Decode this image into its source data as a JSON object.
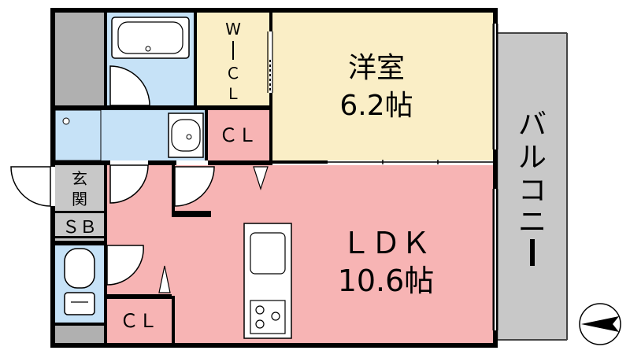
{
  "rooms": {
    "western_room": {
      "name": "洋室",
      "size": "6.2帖"
    },
    "ldk": {
      "name": "ＬＤＫ",
      "size": "10.6帖"
    },
    "wcl": {
      "name": "W\nＣ\nＬ",
      "chars": [
        "W",
        "Ｃ",
        "Ｌ"
      ]
    },
    "cl_top": {
      "name": "ＣＬ"
    },
    "cl_bottom": {
      "name": "ＣＬ"
    },
    "entrance": {
      "name": "玄関",
      "chars": [
        "玄",
        "関"
      ]
    },
    "shoe_box": {
      "name": "ＳＢ"
    },
    "balcony": {
      "name": "バルコニー",
      "chars": [
        "バ",
        "ル",
        "コ",
        "ニ",
        "ー"
      ]
    }
  },
  "colors": {
    "wall": "#000000",
    "ldk_pink": "#f7b4b4",
    "western_beige": "#faeec6",
    "wcl_beige": "#faeec6",
    "wet_blue": "#c6e2f7",
    "balcony_gray": "#c8c8c8",
    "entrance_gray": "#c8c8c8",
    "storage_gray": "#b0b0b0"
  },
  "icons": {
    "bathtub": "bathtub-icon",
    "sink": "washbasin-icon",
    "toilet": "toilet-icon",
    "kitchen_sink": "kitchen-sink-icon",
    "stove": "stove-burner-icon",
    "compass": "north-compass-icon"
  }
}
